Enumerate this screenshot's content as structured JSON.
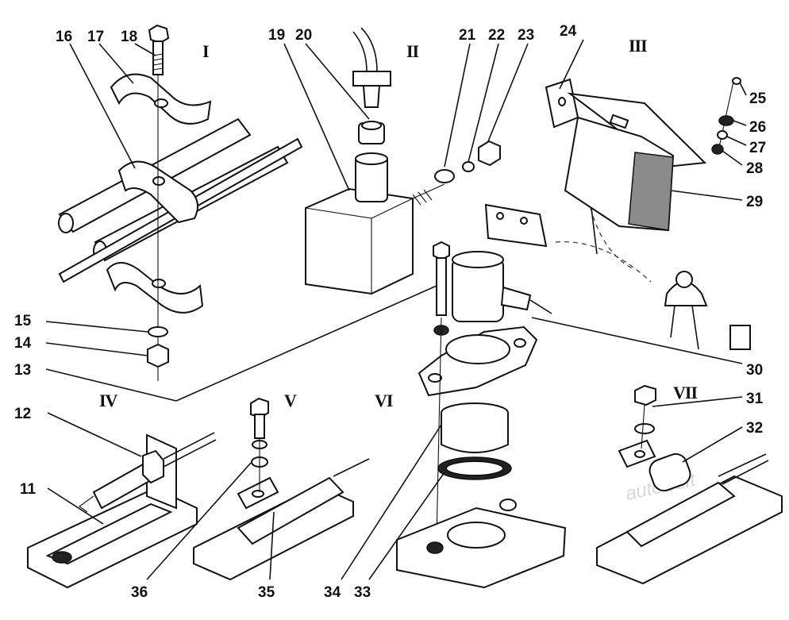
{
  "views": [
    "I",
    "II",
    "III",
    "IV",
    "V",
    "VI",
    "VII"
  ],
  "labels": [
    "11",
    "12",
    "13",
    "14",
    "15",
    "16",
    "17",
    "18",
    "19",
    "20",
    "21",
    "22",
    "23",
    "24",
    "25",
    "26",
    "27",
    "28",
    "29",
    "30",
    "31",
    "32",
    "33",
    "34",
    "35",
    "36"
  ],
  "watermark": "autoSoft",
  "colors": {
    "ink": "#111111",
    "paper": "#ffffff",
    "watermark": "#d8d8d8"
  }
}
